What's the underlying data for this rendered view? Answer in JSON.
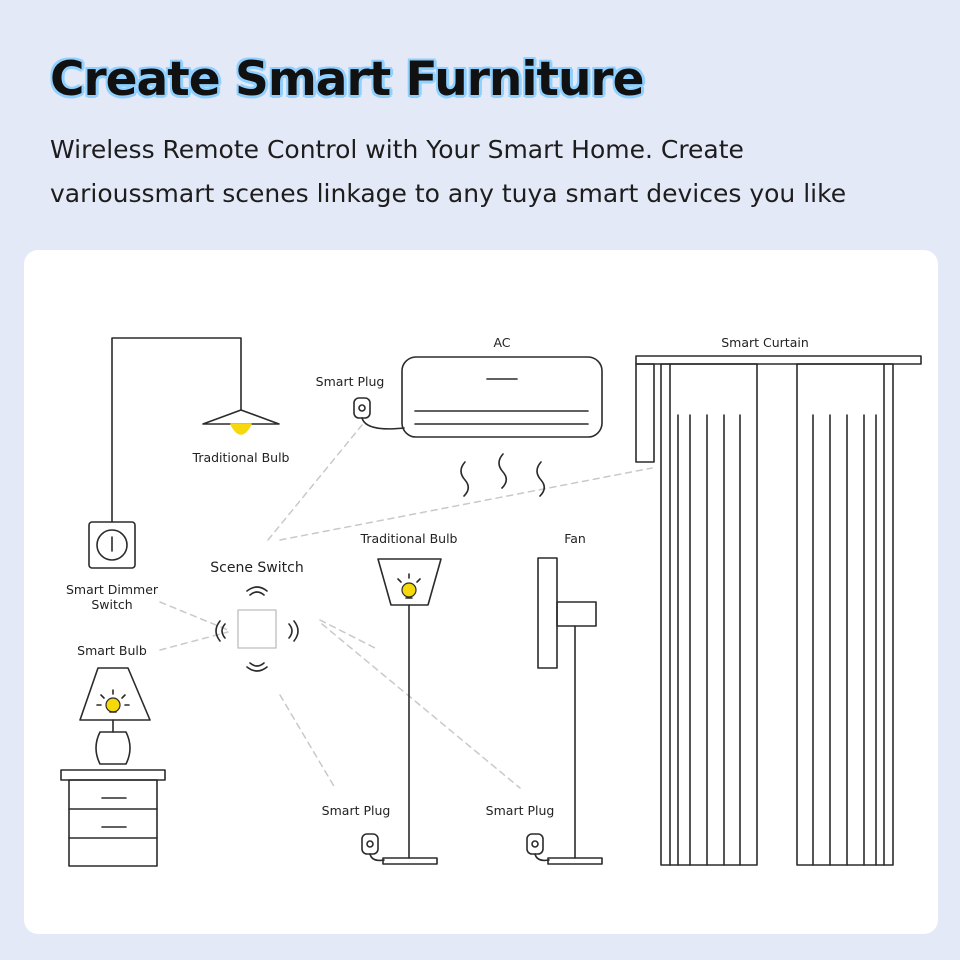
{
  "header": {
    "title": "Create Smart Furniture",
    "subtitle_line1": "Wireless Remote Control with Your Smart Home. Create",
    "subtitle_line2": "varioussmart scenes linkage to any tuya smart devices you like"
  },
  "diagram": {
    "labels": {
      "traditional_bulb_ceiling": "Traditional Bulb",
      "smart_dimmer_switch_line1": "Smart Dimmer",
      "smart_dimmer_switch_line2": "Switch",
      "smart_bulb": "Smart Bulb",
      "scene_switch": "Scene Switch",
      "smart_plug_ac": "Smart Plug",
      "ac": "AC",
      "smart_curtain": "Smart Curtain",
      "traditional_bulb_floor": "Traditional Bulb",
      "fan": "Fan",
      "smart_plug_lamp": "Smart Plug",
      "smart_plug_fan": "Smart Plug"
    },
    "colors": {
      "line": "#2b2b2b",
      "dashed_link": "#c9c9c9",
      "bulb_yellow": "#f5d90a",
      "card_bg": "#ffffff",
      "page_bg": "#e4e9f7",
      "title_outline": "#8fd0ff"
    }
  }
}
